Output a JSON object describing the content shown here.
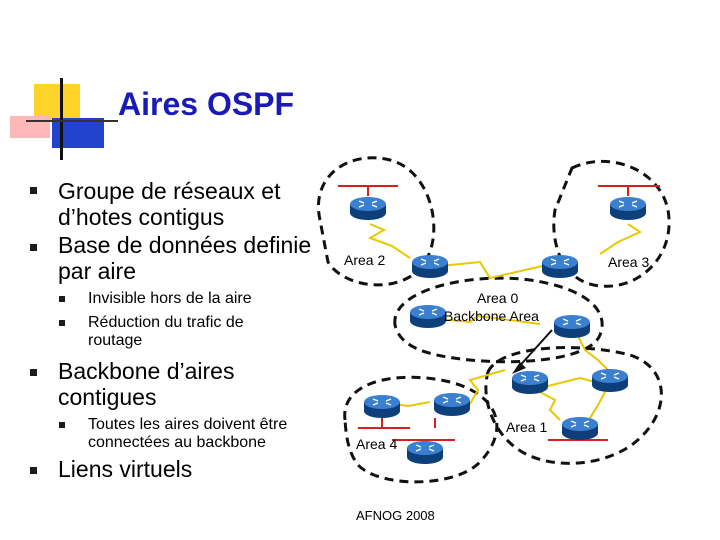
{
  "slide": {
    "title": "Aires OSPF",
    "bullets": [
      {
        "text": "Groupe de réseaux et d’hotes contigus"
      },
      {
        "text": "Base de données definie par aire"
      },
      {
        "text": "Invisible hors de la aire"
      },
      {
        "text": "Réduction du trafic de routage"
      },
      {
        "text": "Backbone d’aires contigues"
      },
      {
        "text": "Toutes les aires doivent être connectées au backbone"
      },
      {
        "text": "Liens virtuels"
      }
    ],
    "footer": "AFNOG 2008"
  },
  "diagram": {
    "areas": [
      "Area 2",
      "Area 3",
      "Area 0",
      "Backbone Area",
      "Area 1",
      "Area 4"
    ]
  },
  "colors": {
    "title": "#1a1ab8",
    "router": "#1f5fb0",
    "link": "#e8c800",
    "lan": "#d42020"
  },
  "icons": {
    "decoration": "slide-decoration-squares",
    "router": "router-icon",
    "bullet": "square-bullet-icon"
  }
}
